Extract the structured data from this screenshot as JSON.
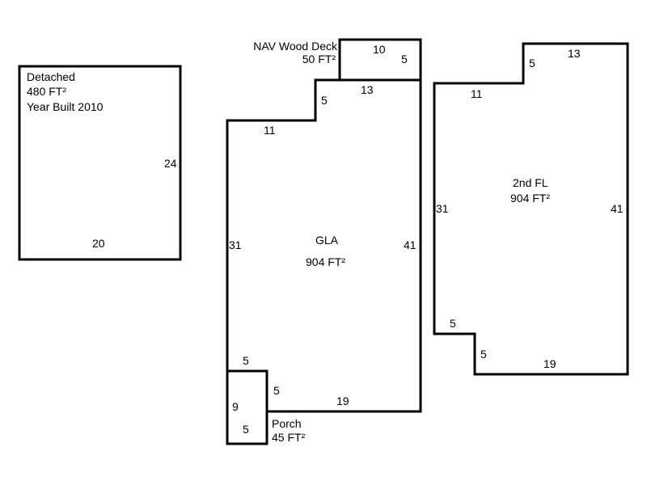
{
  "detached": {
    "name": "Detached",
    "area": "480 FT²",
    "year": "Year Built 2010",
    "dims": [
      "24",
      "20"
    ]
  },
  "deck": {
    "name": "NAV Wood Deck",
    "area": "50 FT²",
    "dims": [
      "10",
      "5"
    ]
  },
  "gla": {
    "name": "GLA",
    "area": "904 FT²",
    "dims": [
      "13",
      "5",
      "11",
      "31",
      "41",
      "5",
      "5",
      "19"
    ]
  },
  "porch": {
    "name": "Porch",
    "area": "45 FT²",
    "dims": [
      "9",
      "5"
    ]
  },
  "second_floor": {
    "name": "2nd FL",
    "area": "904 FT²",
    "dims": [
      "5",
      "13",
      "11",
      "31",
      "41",
      "5",
      "5",
      "19"
    ]
  }
}
